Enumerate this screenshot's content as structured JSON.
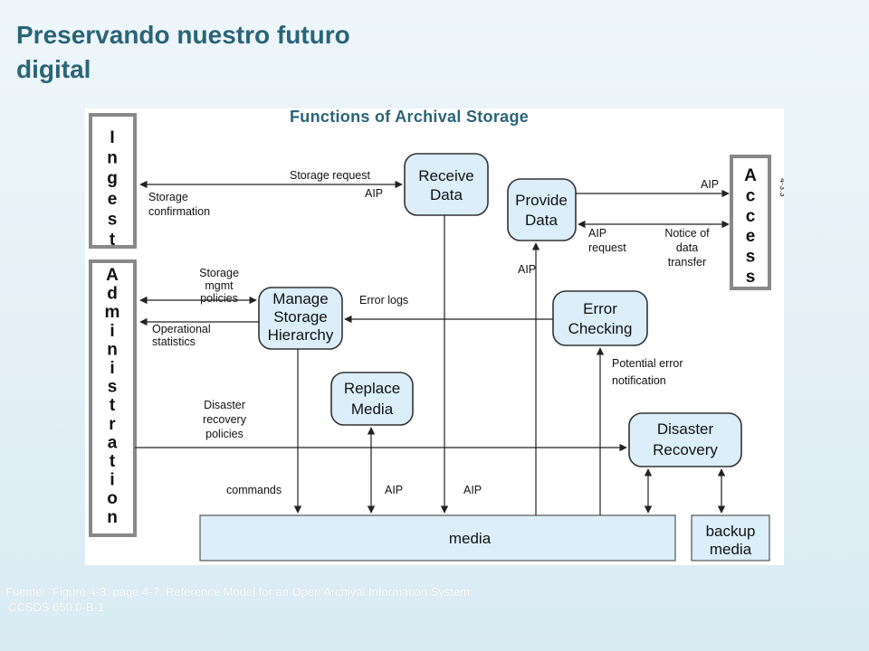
{
  "slide": {
    "title_line1": "Preservando nuestro futuro",
    "title_line2": "digital",
    "figure_caption": "Functions of Archival Storage",
    "source_line1": "Fuente: “Figure 4-3, page 4-7, Reference Model for an Open Archival Information System,",
    "source_line2": "CCSDS 650.0-B-1"
  },
  "diagram": {
    "figure_id": "4-3.3",
    "entities": {
      "ingest": [
        "I",
        "n",
        "g",
        "e",
        "s",
        "t"
      ],
      "administration": [
        "A",
        "d",
        "m",
        "i",
        "n",
        "i",
        "s",
        "t",
        "r",
        "a",
        "t",
        "i",
        "o",
        "n"
      ],
      "access": [
        "A",
        "c",
        "c",
        "e",
        "s",
        "s"
      ]
    },
    "functions": {
      "receive_data": [
        "Receive",
        "Data"
      ],
      "provide_data": [
        "Provide",
        "Data"
      ],
      "manage_storage": [
        "Manage",
        "Storage",
        "Hierarchy"
      ],
      "error_checking": [
        "Error",
        "Checking"
      ],
      "replace_media": [
        "Replace",
        "Media"
      ],
      "disaster_recovery": [
        "Disaster",
        "Recovery"
      ],
      "media": "media",
      "backup_media": [
        "backup",
        "media"
      ]
    },
    "labels": {
      "storage_request": "Storage request",
      "aip_ingest": "AIP",
      "storage_confirmation": [
        "Storage",
        "confirmation"
      ],
      "aip_access_out": "AIP",
      "aip_request": [
        "AIP",
        "request"
      ],
      "notice_transfer": [
        "Notice of",
        "data",
        "transfer"
      ],
      "aip_provide": "AIP",
      "storage_mgmt_policies": [
        "Storage",
        "mgmt",
        "policies"
      ],
      "error_logs": "Error logs",
      "operational_statistics": [
        "Operational",
        "statistics"
      ],
      "potential_error": [
        "Potential error",
        "notification"
      ],
      "disaster_policies": [
        "Disaster",
        "recovery",
        "policies"
      ],
      "commands": "commands",
      "aip_replace": "AIP",
      "aip_receive": "AIP"
    }
  }
}
